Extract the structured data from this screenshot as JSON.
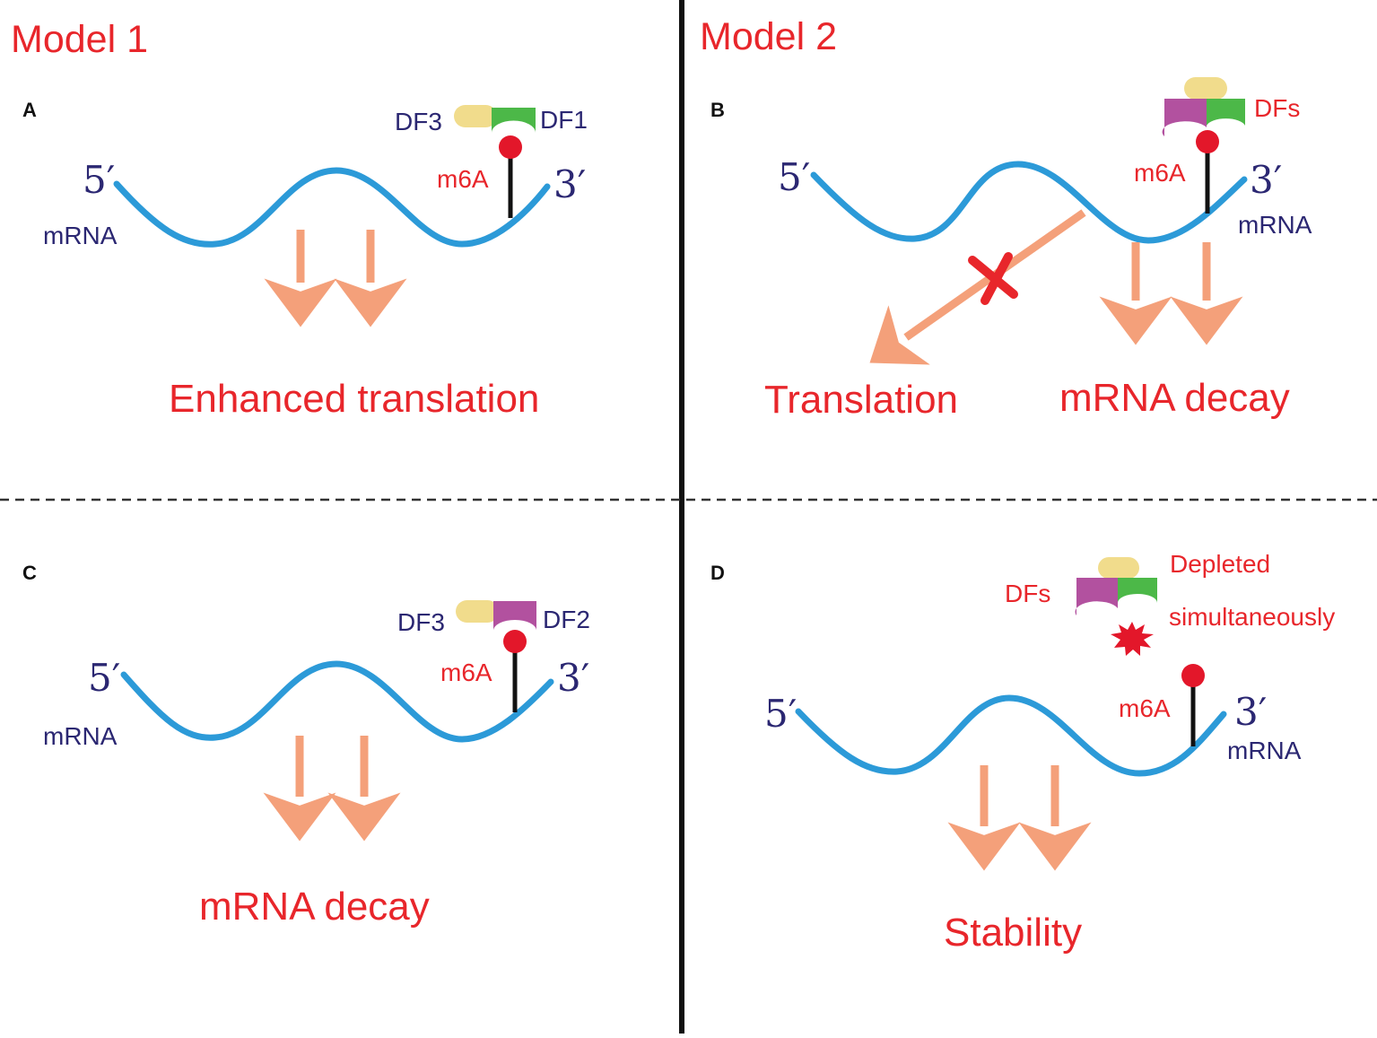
{
  "models": {
    "model1": "Model 1",
    "model2": "Model 2"
  },
  "panels": {
    "A": {
      "letter": "A",
      "five_prime": "5′",
      "three_prime": "3′",
      "mrna": "mRNA",
      "m6a": "m6A",
      "df_left": "DF3",
      "df_right": "DF1",
      "outcome": "Enhanced translation"
    },
    "B": {
      "letter": "B",
      "five_prime": "5′",
      "three_prime": "3′",
      "mrna": "mRNA",
      "m6a": "m6A",
      "dfs": "DFs",
      "outcome_blocked": "Translation",
      "outcome": "mRNA decay"
    },
    "C": {
      "letter": "C",
      "five_prime": "5′",
      "three_prime": "3′",
      "mrna": "mRNA",
      "m6a": "m6A",
      "df_left": "DF3",
      "df_right": "DF2",
      "outcome": "mRNA decay"
    },
    "D": {
      "letter": "D",
      "five_prime": "5′",
      "three_prime": "3′",
      "mrna": "mRNA",
      "m6a": "m6A",
      "dfs": "DFs",
      "depleted_line1": "Depleted",
      "depleted_line2": "simultaneously",
      "outcome": "Stability"
    }
  },
  "colors": {
    "title_red": "#e8262b",
    "navy": "#2b2772",
    "mrna_blue": "#2c9ad8",
    "arrow_orange": "#f4a07a",
    "m6a_dot": "#e3172a",
    "df_yellow": "#f1dc8c",
    "df_green": "#4cb848",
    "df_purple": "#b2519f",
    "divider": "#111111"
  },
  "icons": [
    "cross-mark-icon",
    "starburst-icon"
  ]
}
